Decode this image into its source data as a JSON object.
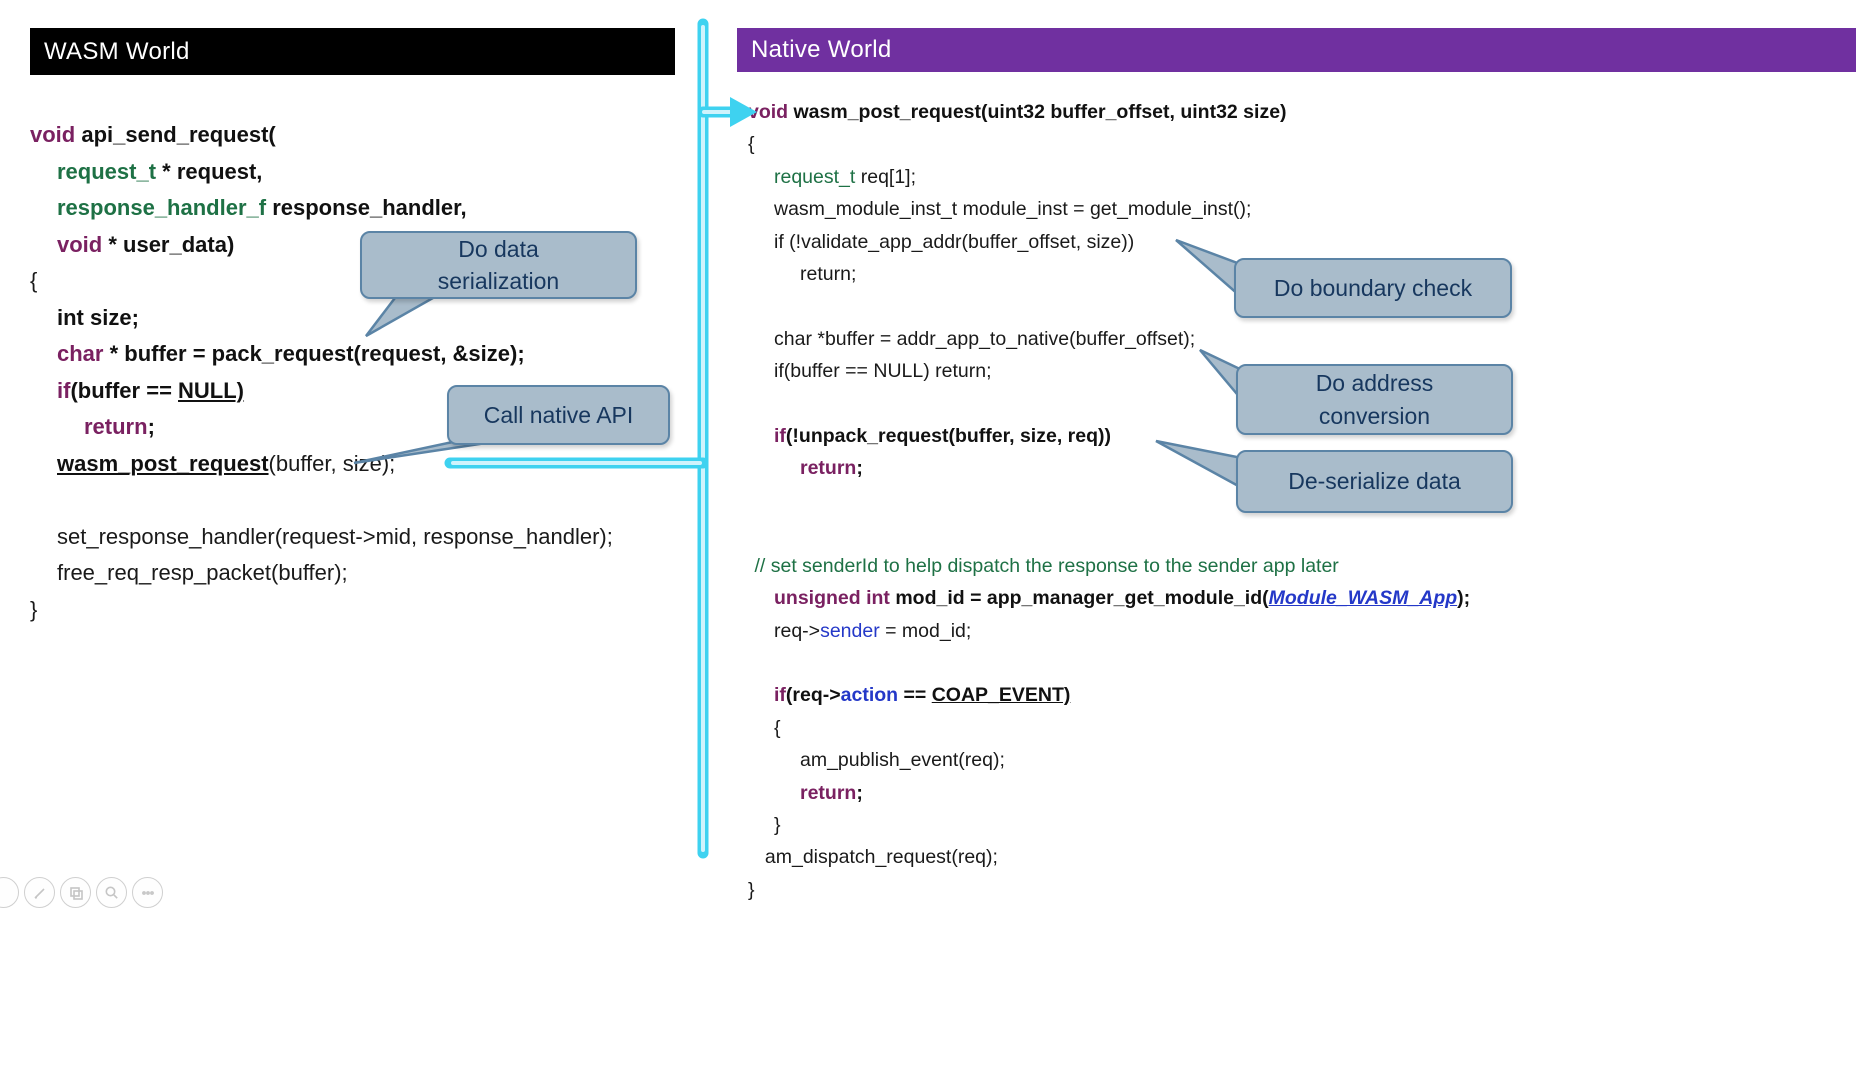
{
  "colors": {
    "wasm_hdr": "#000000",
    "native_hdr": "#7030A0",
    "kw": "#7A2161",
    "green": "#1E7145",
    "blue": "#2438C8",
    "co_bg": "#A9BCCB",
    "co_bd": "#5B84A6",
    "co_tx": "#17375E",
    "cyan": "#3ED2F0"
  },
  "wasm_panel": {
    "title": "WASM World",
    "code": [
      {
        "ind": 0,
        "seg": [
          {
            "t": "void ",
            "c": "kw"
          },
          {
            "t": "api_send_request(",
            "c": "b"
          }
        ]
      },
      {
        "ind": 1,
        "seg": [
          {
            "t": "request_t ",
            "c": "typ"
          },
          {
            "t": "* request,",
            "c": "b"
          }
        ]
      },
      {
        "ind": 1,
        "seg": [
          {
            "t": "response_handler_f ",
            "c": "typ"
          },
          {
            "t": "response_handler,",
            "c": "b"
          }
        ]
      },
      {
        "ind": 1,
        "seg": [
          {
            "t": "void ",
            "c": "kw"
          },
          {
            "t": "* user_data)",
            "c": "b"
          }
        ]
      },
      {
        "ind": 0,
        "seg": [
          {
            "t": "{",
            "c": "p"
          }
        ]
      },
      {
        "ind": 1,
        "seg": [
          {
            "t": "int size;",
            "c": "b"
          }
        ]
      },
      {
        "ind": 1,
        "seg": [
          {
            "t": "char ",
            "c": "kw"
          },
          {
            "t": "* buffer = pack_request(request, &size);",
            "c": "b"
          }
        ]
      },
      {
        "ind": 1,
        "seg": [
          {
            "t": "if",
            "c": "kw"
          },
          {
            "t": "(buffer == ",
            "c": "b"
          },
          {
            "t": "NULL)",
            "c": "bu"
          }
        ]
      },
      {
        "ind": 2,
        "seg": [
          {
            "t": "return",
            "c": "kw"
          },
          {
            "t": ";",
            "c": "b"
          }
        ]
      },
      {
        "ind": 1,
        "seg": [
          {
            "t": "wasm_post_request",
            "c": "bu"
          },
          {
            "t": "(buffer, size);",
            "c": "p"
          }
        ]
      },
      {
        "ind": 0,
        "seg": []
      },
      {
        "ind": 1,
        "seg": [
          {
            "t": "set_response_handler(request->mid, response_handler);",
            "c": "p"
          }
        ]
      },
      {
        "ind": 1,
        "seg": [
          {
            "t": "free_req_resp_packet(buffer);",
            "c": "p"
          }
        ]
      },
      {
        "ind": 0,
        "seg": [
          {
            "t": "}",
            "c": "p"
          }
        ]
      }
    ]
  },
  "native_panel": {
    "title": "Native World",
    "code": [
      {
        "ind": 0,
        "seg": [
          {
            "t": "void ",
            "c": "kw"
          },
          {
            "t": "wasm_post_request(uint32 buffer_offset, uint32 size)",
            "c": "b"
          }
        ]
      },
      {
        "ind": 0,
        "seg": [
          {
            "t": "{",
            "c": "p"
          }
        ]
      },
      {
        "ind": 1,
        "seg": [
          {
            "t": "request_t ",
            "c": "tg"
          },
          {
            "t": "req[1];",
            "c": "p"
          }
        ]
      },
      {
        "ind": 1,
        "seg": [
          {
            "t": "wasm_module_inst_t module_inst = get_module_inst();",
            "c": "p"
          }
        ]
      },
      {
        "ind": 1,
        "seg": [
          {
            "t": "if (!validate_app_addr(buffer_offset, size))",
            "c": "p"
          }
        ]
      },
      {
        "ind": 2,
        "seg": [
          {
            "t": "return;",
            "c": "p"
          }
        ]
      },
      {
        "ind": 0,
        "seg": []
      },
      {
        "ind": 1,
        "seg": [
          {
            "t": "char *buffer = addr_app_to_native(buffer_offset);",
            "c": "p"
          }
        ]
      },
      {
        "ind": 1,
        "seg": [
          {
            "t": "if(buffer == NULL) return;",
            "c": "p"
          }
        ]
      },
      {
        "ind": 0,
        "seg": []
      },
      {
        "ind": 1,
        "seg": [
          {
            "t": "if",
            "c": "kw"
          },
          {
            "t": "(!unpack_request(buffer, size, req))",
            "c": "b"
          }
        ]
      },
      {
        "ind": 2,
        "seg": [
          {
            "t": "return",
            "c": "kw"
          },
          {
            "t": ";",
            "c": "b"
          }
        ]
      },
      {
        "ind": 0,
        "seg": []
      },
      {
        "ind": 0,
        "seg": []
      },
      {
        "ind": 0.25,
        "seg": [
          {
            "t": "// set senderId to help dispatch the response to the sender app later",
            "c": "cmt"
          }
        ]
      },
      {
        "ind": 1,
        "seg": [
          {
            "t": "unsigned int ",
            "c": "kw"
          },
          {
            "t": "mod_id = app_manager_get_module_id(",
            "c": "b"
          },
          {
            "t": "Module_WASM_App",
            "c": "mwa"
          },
          {
            "t": ");",
            "c": "b"
          }
        ]
      },
      {
        "ind": 1,
        "seg": [
          {
            "t": "req->",
            "c": "p"
          },
          {
            "t": "sender",
            "c": "bl"
          },
          {
            "t": " = mod_id;",
            "c": "p"
          }
        ]
      },
      {
        "ind": 0,
        "seg": []
      },
      {
        "ind": 1,
        "seg": [
          {
            "t": "if",
            "c": "kw"
          },
          {
            "t": "(req->",
            "c": "b"
          },
          {
            "t": "action",
            "c": "blb"
          },
          {
            "t": " == ",
            "c": "b"
          },
          {
            "t": "COAP_EVENT)",
            "c": "bu"
          }
        ]
      },
      {
        "ind": 1,
        "seg": [
          {
            "t": "{",
            "c": "p"
          }
        ]
      },
      {
        "ind": 2,
        "seg": [
          {
            "t": "am_publish_event(req);",
            "c": "p"
          }
        ]
      },
      {
        "ind": 2,
        "seg": [
          {
            "t": "return",
            "c": "kw"
          },
          {
            "t": ";",
            "c": "b"
          }
        ]
      },
      {
        "ind": 1,
        "seg": [
          {
            "t": "}",
            "c": "p"
          }
        ]
      },
      {
        "ind": 0.65,
        "seg": [
          {
            "t": "am_dispatch_request(req);",
            "c": "p"
          }
        ]
      },
      {
        "ind": 0,
        "seg": [
          {
            "t": "}",
            "c": "p"
          }
        ]
      }
    ]
  },
  "callouts": [
    {
      "id": "do-data-serialization",
      "lines": [
        "Do data",
        "serialization"
      ]
    },
    {
      "id": "call-native-api",
      "lines": [
        "Call native API"
      ]
    },
    {
      "id": "do-boundary-check",
      "lines": [
        "Do boundary check"
      ]
    },
    {
      "id": "do-address-conversion",
      "lines": [
        "Do address",
        "conversion"
      ]
    },
    {
      "id": "de-serialize-data",
      "lines": [
        "De-serialize data"
      ]
    }
  ],
  "controls": {
    "icons": [
      "pen",
      "slides-grid",
      "magnifier",
      "ellipsis"
    ]
  }
}
